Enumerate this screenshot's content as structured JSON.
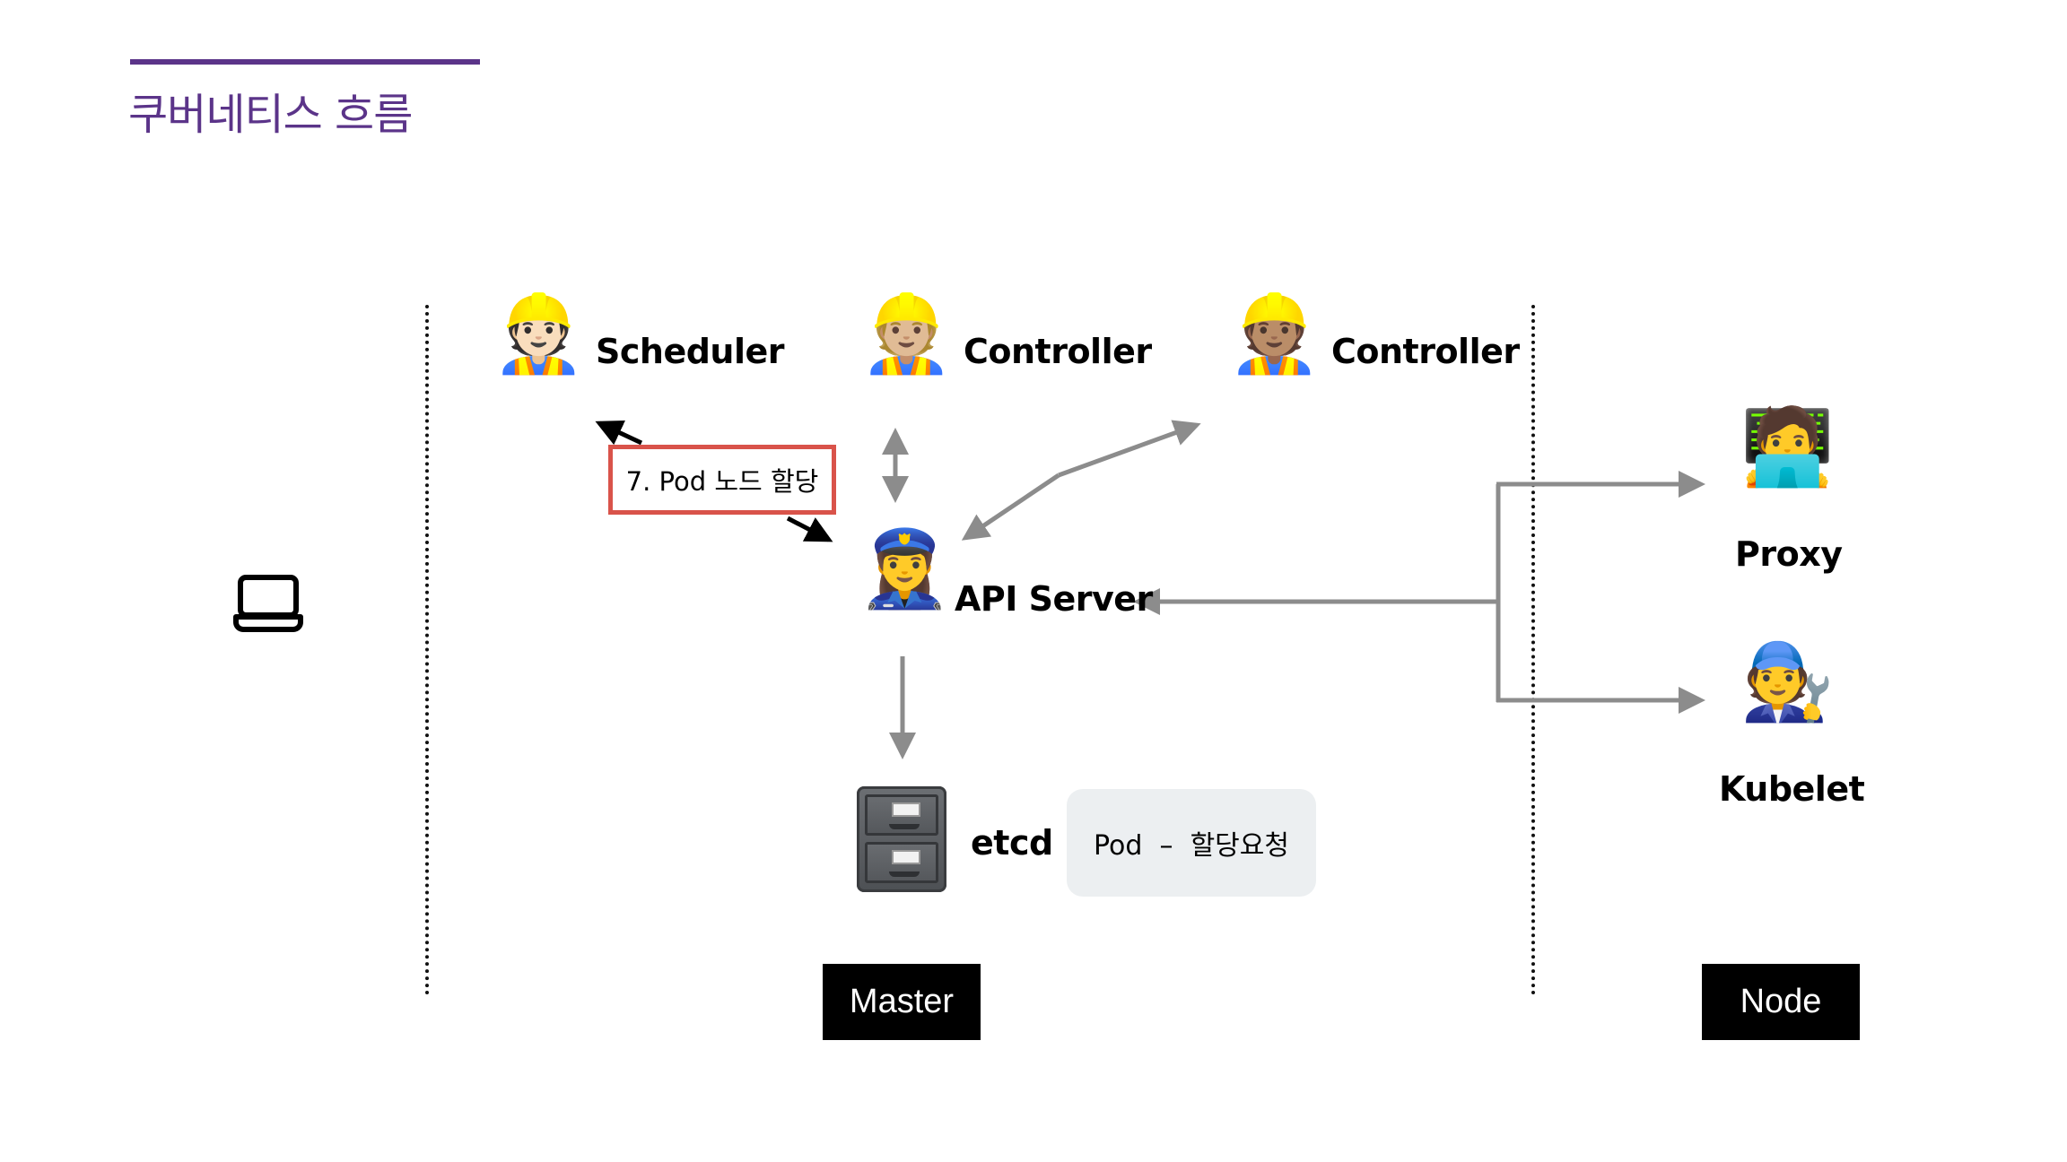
{
  "page": {
    "title": "쿠버네티스 흐름",
    "accent_color": "#5b3489"
  },
  "client": {
    "icon": "laptop-icon"
  },
  "master": {
    "tag": "Master",
    "scheduler": {
      "label": "Scheduler",
      "icon": "construction-worker-icon",
      "glyph": "👷🏻"
    },
    "controller_1": {
      "label": "Controller",
      "icon": "construction-worker-icon",
      "glyph": "👷🏼"
    },
    "controller_2": {
      "label": "Controller",
      "icon": "construction-worker-icon",
      "glyph": "👷🏽"
    },
    "api_server": {
      "label": "API Server",
      "icon": "police-officer-icon",
      "glyph": "👮‍♀️"
    },
    "etcd": {
      "label": "etcd",
      "icon": "file-cabinet-icon"
    },
    "etcd_note": "Pod  –  할당요청"
  },
  "node": {
    "tag": "Node",
    "proxy": {
      "label": "Proxy",
      "icon": "technologist-icon",
      "glyph": "🧑‍💻"
    },
    "kubelet": {
      "label": "Kubelet",
      "icon": "mechanic-icon",
      "glyph": "🧑‍🔧"
    }
  },
  "callout": {
    "text": "7. Pod 노드 할당",
    "border_color": "#d9534a"
  },
  "colors": {
    "arrow_gray": "#8c8c8c",
    "arrow_black": "#000000",
    "note_bg": "#eceff1"
  }
}
